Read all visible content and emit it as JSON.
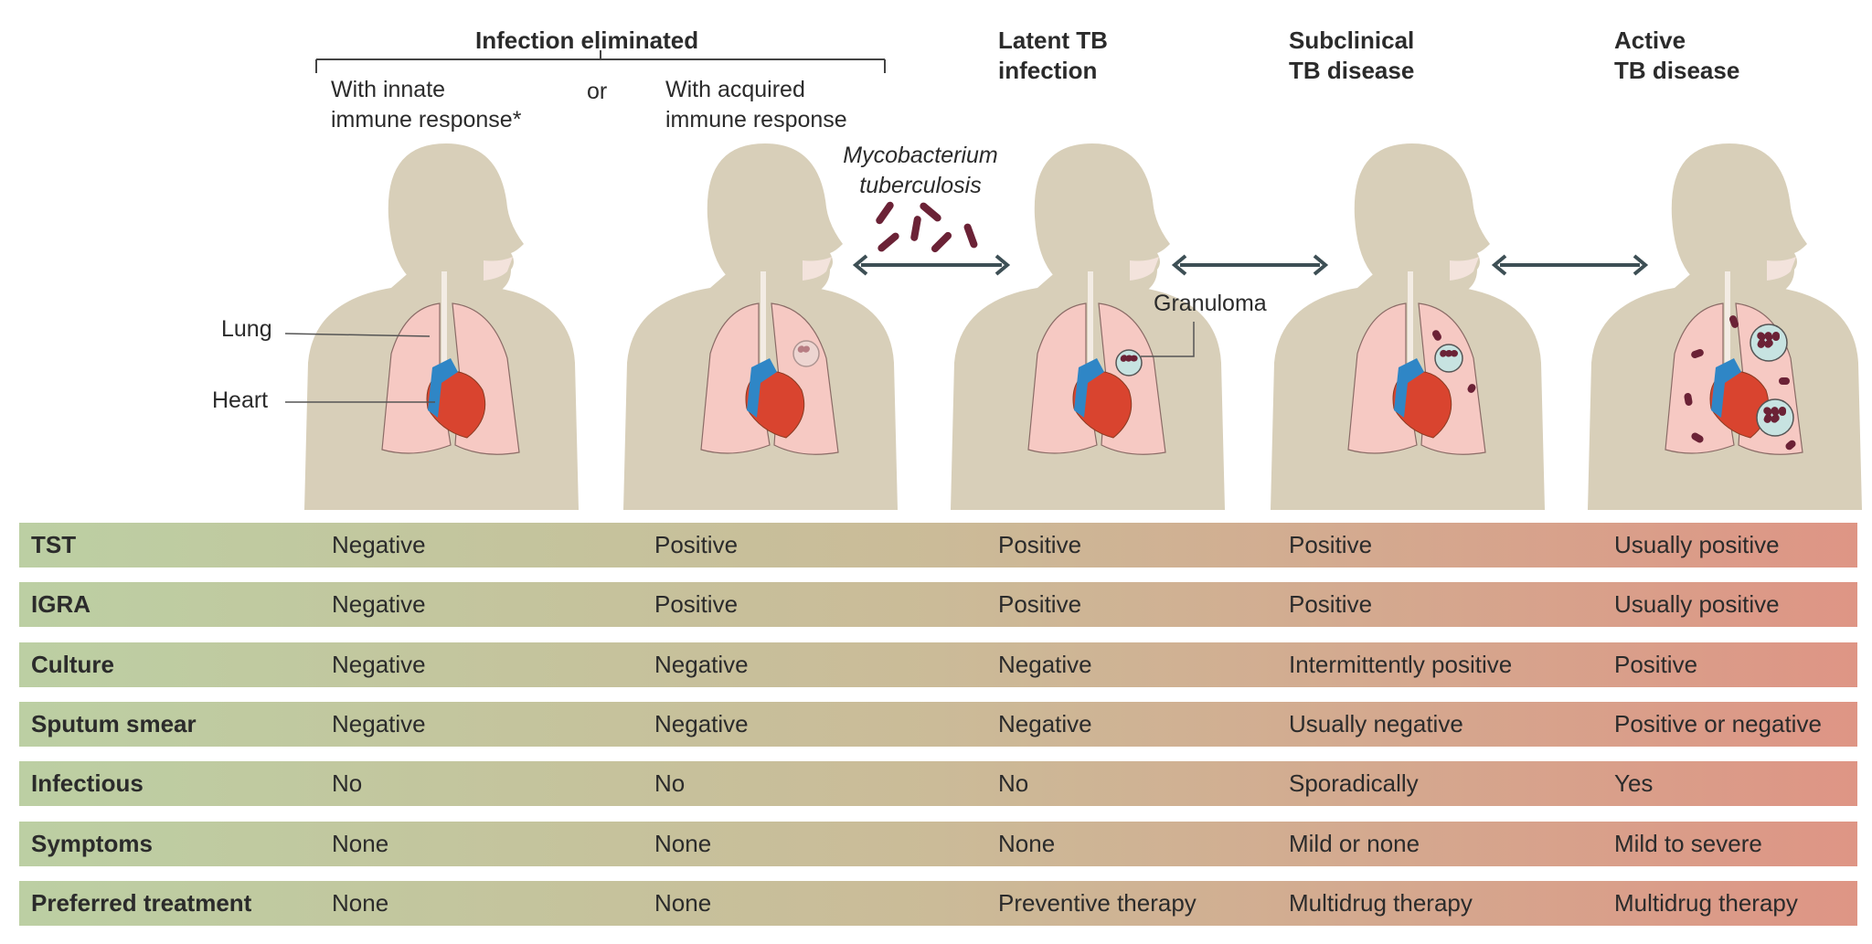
{
  "headers": {
    "eliminated": "Infection eliminated",
    "innate": "With innate\nimmune response*",
    "or": "or",
    "acquired": "With acquired\nimmune response",
    "latent": "Latent TB\ninfection",
    "subclinical": "Subclinical\nTB disease",
    "active": "Active\nTB disease"
  },
  "labels": {
    "mtb": "Mycobacterium\ntuberculosis",
    "lung": "Lung",
    "heart": "Heart",
    "granuloma": "Granuloma"
  },
  "colors": {
    "body": "#d8cfb9",
    "lung": "#f6c9c3",
    "heart_red": "#d9442f",
    "heart_blue": "#2f86c6",
    "bacteria": "#6b2236",
    "granuloma": "#c7e3e1",
    "arrow": "#3d4f55",
    "row_left": "#bccfa3",
    "row_mid": "#cbbb98",
    "row_right": "#de9585"
  },
  "table": {
    "rows": [
      {
        "label": "TST",
        "values": [
          "Negative",
          "Positive",
          "Positive",
          "Positive",
          "Usually positive"
        ]
      },
      {
        "label": "IGRA",
        "values": [
          "Negative",
          "Positive",
          "Positive",
          "Positive",
          "Usually positive"
        ]
      },
      {
        "label": "Culture",
        "values": [
          "Negative",
          "Negative",
          "Negative",
          "Intermittently positive",
          "Positive"
        ]
      },
      {
        "label": "Sputum smear",
        "values": [
          "Negative",
          "Negative",
          "Negative",
          "Usually negative",
          "Positive or negative"
        ]
      },
      {
        "label": "Infectious",
        "values": [
          "No",
          "No",
          "No",
          "Sporadically",
          "Yes"
        ]
      },
      {
        "label": "Symptoms",
        "values": [
          "None",
          "None",
          "None",
          "Mild or none",
          "Mild to severe"
        ]
      },
      {
        "label": "Preferred treatment",
        "values": [
          "None",
          "None",
          "Preventive therapy",
          "Multidrug therapy",
          "Multidrug therapy"
        ]
      }
    ]
  }
}
